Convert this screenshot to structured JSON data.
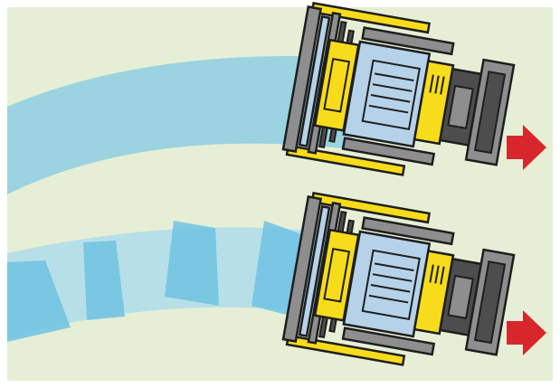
{
  "colors": {
    "frame": "#ffffff",
    "background": "#e6efd5",
    "path_continuous": "#9bd3e0",
    "path_overlap": "#b7dfe8",
    "path_patch": "#6fc3e3",
    "machine_yellow": "#f6dc1b",
    "machine_gray": "#8e8e8e",
    "machine_dark": "#4d4d4d",
    "machine_light_blue": "#b5d2e9",
    "outline": "#1e1e1e",
    "arrow": "#d8262d"
  },
  "scenes": [
    {
      "name": "continuous-swath",
      "path_style": "continuous",
      "machine_direction": "right"
    },
    {
      "name": "patched-swath",
      "path_style": "discrete-patches",
      "patch_count": 5,
      "machine_direction": "right"
    }
  ],
  "icons": {
    "machine": "road-paver-icon",
    "direction": "arrow-right-icon"
  }
}
